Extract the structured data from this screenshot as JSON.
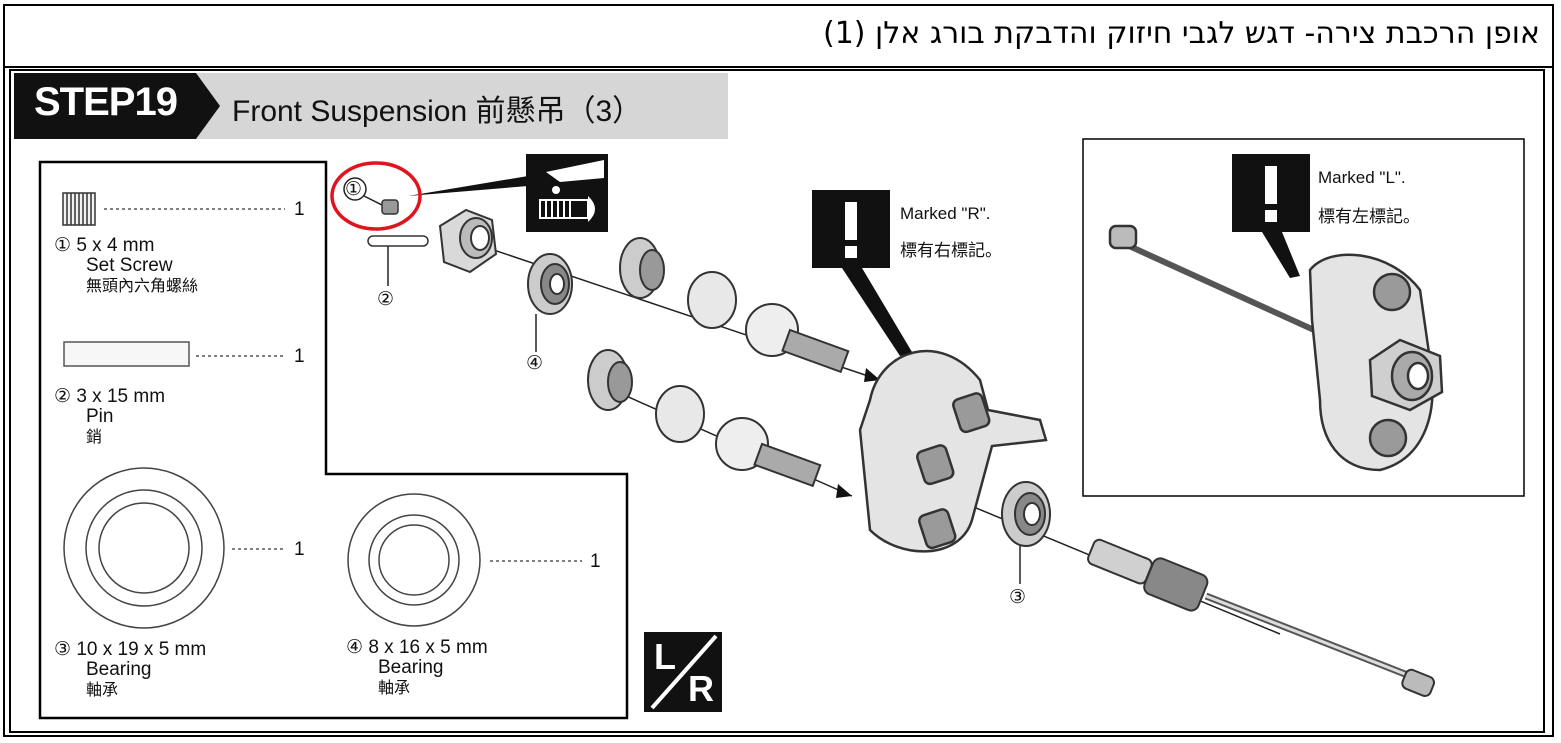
{
  "header": {
    "caption": "אופן הרכבת צירה- דגש לגבי חיזוק והדבקת בורג אלן (1)"
  },
  "step": {
    "label": "STEP19",
    "title": "Front Suspension 前懸吊（3）"
  },
  "parts": [
    {
      "index": "①",
      "size": "5 x 4 mm",
      "name": "Set Screw",
      "name_zh": "無頭內六角螺絲",
      "qty": "1"
    },
    {
      "index": "②",
      "size": "3 x 15 mm",
      "name": "Pin",
      "name_zh": "銷",
      "qty": "1"
    },
    {
      "index": "③",
      "size": "10 x 19 x 5 mm",
      "name": "Bearing",
      "name_zh": "軸承",
      "qty": "1"
    },
    {
      "index": "④",
      "size": "8 x 16 x 5 mm",
      "name": "Bearing",
      "name_zh": "軸承",
      "qty": "1"
    }
  ],
  "callouts": {
    "one": "①",
    "two": "②",
    "three": "③",
    "four": "④",
    "marked_r": "Marked \"R\".",
    "marked_r_zh": "標有右標記。",
    "marked_l": "Marked \"L\".",
    "marked_l_zh": "標有左標記。"
  },
  "side_badge": {
    "left": "L",
    "right": "R"
  },
  "colors": {
    "banner_dark": "#111111",
    "banner_light": "#d6d6d6",
    "highlight_circle": "#e0141e",
    "line": "#222222"
  },
  "icons": [
    "threadlock-icon",
    "warning-exclamation-icon",
    "left-right-icon"
  ]
}
